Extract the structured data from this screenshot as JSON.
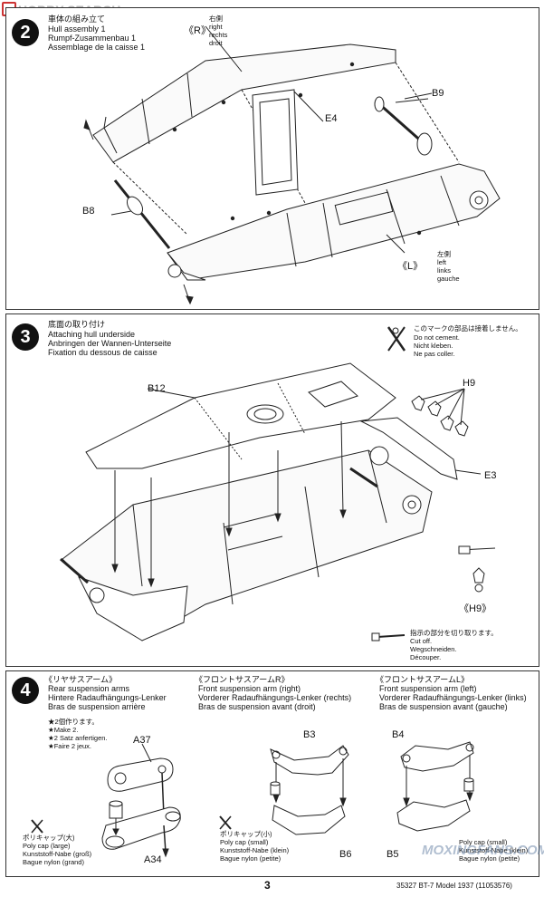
{
  "watermark_top": {
    "brand": "HOBBY SEARCH"
  },
  "watermark_bottom": {
    "brand": "MOXINGFANS.COM"
  },
  "step2": {
    "number": "2",
    "title_jp": "車体の組み立て",
    "title_en": "Hull assembly 1",
    "title_de": "Rumpf-Zusammenbau 1",
    "title_fr": "Assemblage de la caisse 1",
    "right_tag": "《R》",
    "right_jp": "右側",
    "right_en": "right",
    "right_de": "rechts",
    "right_fr": "droit",
    "left_tag": "《L》",
    "left_jp": "左側",
    "left_en": "left",
    "left_de": "links",
    "left_fr": "gauche",
    "part_b9": "B9",
    "part_e4": "E4",
    "part_b8": "B8"
  },
  "step3": {
    "number": "3",
    "title_jp": "底面の取り付け",
    "title_en": "Attaching hull underside",
    "title_de": "Anbringen der Wannen-Unterseite",
    "title_fr": "Fixation du dessous de caisse",
    "note_jp": "このマークの部品は接着しません。",
    "note_en": "Do not cement.",
    "note_de": "Nicht kleben.",
    "note_fr": "Ne pas coller.",
    "part_b12": "B12",
    "part_h9": "H9",
    "part_e3": "E3",
    "h9_tag": "《H9》",
    "cut_jp": "指示の部分を切り取ります。",
    "cut_en": "Cut off.",
    "cut_de": "Wegschneiden.",
    "cut_fr": "Découper."
  },
  "step4": {
    "number": "4",
    "col1_jp": "《リヤサスアーム》",
    "col1_en": "Rear suspension arms",
    "col1_de": "Hintere Radaufhängungs-Lenker",
    "col1_fr": "Bras de suspension arrière",
    "make2_jp": "★2個作ります。",
    "make2_en": "★Make 2.",
    "make2_de": "★2 Satz anfertigen.",
    "make2_fr": "★Faire 2 jeux.",
    "part_a37": "A37",
    "part_a34": "A34",
    "cap_large_jp": "ポリキャップ(大)",
    "cap_large_en": "Poly cap (large)",
    "cap_large_de": "Kunststoff-Nabe (groß)",
    "cap_large_fr": "Bague nylon (grand)",
    "col2_jp": "《フロントサスアームR》",
    "col2_en": "Front suspension arm (right)",
    "col2_de": "Vorderer Radaufhängungs-Lenker (rechts)",
    "col2_fr": "Bras de suspension avant (droit)",
    "part_b3": "B3",
    "part_b6": "B6",
    "cap_small_jp": "ポリキャップ(小)",
    "cap_small_en": "Poly cap (small)",
    "cap_small_de": "Kunststoff-Nabe (klein)",
    "cap_small_fr": "Bague nylon (petite)",
    "col3_jp": "《フロントサスアームL》",
    "col3_en": "Front suspension arm (left)",
    "col3_de": "Vorderer Radaufhängungs-Lenker (links)",
    "col3_fr": "Bras de suspension avant (gauche)",
    "part_b4": "B4",
    "part_b5": "B5",
    "cap_small2_en": "Poly cap (small)",
    "cap_small2_de": "Kunststoff-Nabe (klein)",
    "cap_small2_fr": "Bague nylon (petite)"
  },
  "footer": {
    "page_number": "3",
    "code": "35327 BT-7 Model 1937 (11053576)"
  }
}
